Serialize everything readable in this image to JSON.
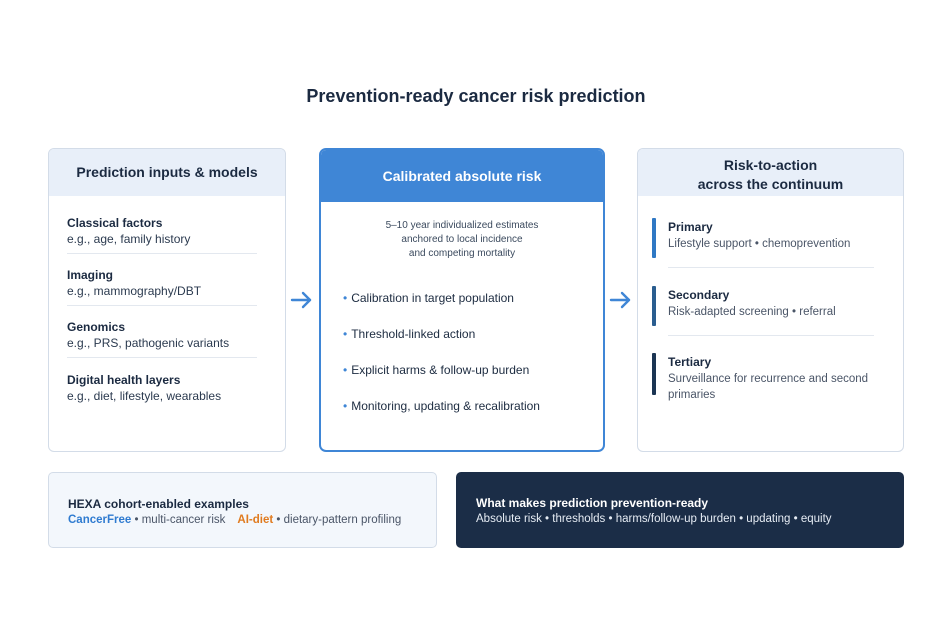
{
  "title": "Prevention-ready cancer risk prediction",
  "colors": {
    "accent": "#3f86d6",
    "navy": "#1b2d47",
    "primary_bar": "#2f78c4",
    "secondary_bar": "#2a5d8f",
    "tertiary_bar": "#1b3553",
    "orange": "#e07b1f"
  },
  "inputs": {
    "heading": "Prediction inputs & models",
    "groups": [
      {
        "title": "Classical factors",
        "sub": "e.g., age, family history"
      },
      {
        "title": "Imaging",
        "sub": "e.g., mammography/DBT"
      },
      {
        "title": "Genomics",
        "sub": "e.g., PRS, pathogenic variants"
      },
      {
        "title": "Digital health layers",
        "sub": "e.g., diet, lifestyle, wearables"
      }
    ]
  },
  "center": {
    "heading": "Calibrated absolute risk",
    "desc": [
      "5–10 year individualized estimates",
      "anchored to local incidence",
      "and competing mortality"
    ],
    "items": [
      "Calibration in target population",
      "Threshold-linked action",
      "Explicit harms & follow-up burden",
      "Monitoring, updating & recalibration"
    ]
  },
  "action": {
    "heading_line1": "Risk-to-action",
    "heading_line2": "across the continuum",
    "levels": [
      {
        "title": "Primary",
        "sub": "Lifestyle support • chemoprevention"
      },
      {
        "title": "Secondary",
        "sub": "Risk-adapted screening • referral"
      },
      {
        "title": "Tertiary",
        "sub": "Surveillance for recurrence and second primaries"
      }
    ]
  },
  "hexa": {
    "title": "HEXA cohort-enabled examples",
    "ex1_name": "CancerFree",
    "ex1_desc": " • multi-cancer risk",
    "ex2_name": "AI-diet",
    "ex2_desc": " • dietary-pattern profiling"
  },
  "ready": {
    "title": "What makes prediction prevention-ready",
    "line": "Absolute risk • thresholds • harms/follow-up burden • updating • equity"
  }
}
